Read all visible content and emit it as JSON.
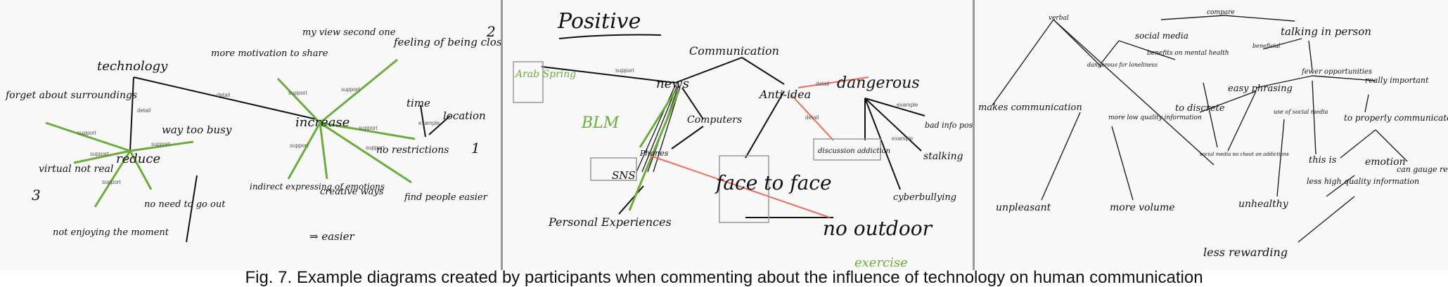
{
  "panel1": {
    "nodes": {
      "technology": "technology",
      "forget_surroundings": "forget about surroundings",
      "more_motivation": "more motivation to share",
      "my_view": "my view second one",
      "feeling_closer": "feeling of being closer",
      "number_two": "2",
      "increase": "increase",
      "reduce": "reduce",
      "virtual_not_real": "virtual not real",
      "number_three": "3",
      "way_too_busy": "way too busy",
      "time": "time",
      "location": "location",
      "no_restrictions": "no restrictions",
      "number_one": "1",
      "not_enjoying": "not enjoying the moment",
      "no_need_to_go_out": "no need to go out",
      "indirect_expressing": "indirect expressing of emotions",
      "creative_ways": "creative ways",
      "find_people": "find people easier",
      "easier": "⇒ easier"
    },
    "edge_labels": {
      "detail": "detail",
      "support": "support",
      "example": "example"
    }
  },
  "panel2": {
    "title": "Positive",
    "nodes": {
      "communication": "Communication",
      "arab_spring": "Arab Spring",
      "blm": "BLM",
      "news": "news",
      "computers": "Computers",
      "phones": "Phones",
      "sns": "SNS",
      "personal_experiences": "Personal Experiences",
      "anti_idea": "Anti-idea",
      "dangerous": "dangerous",
      "discussion_addiction": "discussion addiction",
      "face_to_face": "face to face",
      "no_outdoor": "no outdoor",
      "exercise": "exercise",
      "stalking": "stalking",
      "cyberbullying": "cyberbullying",
      "privacy": "bad info posting"
    },
    "edge_labels": {
      "support": "support",
      "example": "example",
      "detail": "detail"
    }
  },
  "panel3": {
    "nodes": {
      "verbal": "verbal",
      "compare": "compare",
      "social_media": "social media",
      "talking_in_person": "talking in person",
      "beneficial": "beneficial",
      "benefit_mental_health": "benefits on mental health",
      "more_opportunities": "fewer opportunities",
      "really_important": "really important",
      "dangerous_for_loneliness": "dangerous for loneliness",
      "easy_misleading": "easy phrasing",
      "to_discrete": "to discrete",
      "makes_communication": "makes communication",
      "more_low_quality": "more low quality information",
      "social_media_no_cheat": "social media no cheat on addictions",
      "use_of_social_media": "use of social media",
      "to_properly_communicate": "to properly communicate",
      "this_is": "this is",
      "less_high_quality": "less high quality information",
      "emotion": "emotion",
      "can_gauge_reactions": "can gauge reactions better",
      "unpleasant": "unpleasant",
      "more_volume": "more volume",
      "unhealthy": "unhealthy",
      "less_rewarding": "less rewarding"
    }
  },
  "caption": "Fig. 7. Example diagrams created by participants when commenting about the influence of technology on human communication"
}
